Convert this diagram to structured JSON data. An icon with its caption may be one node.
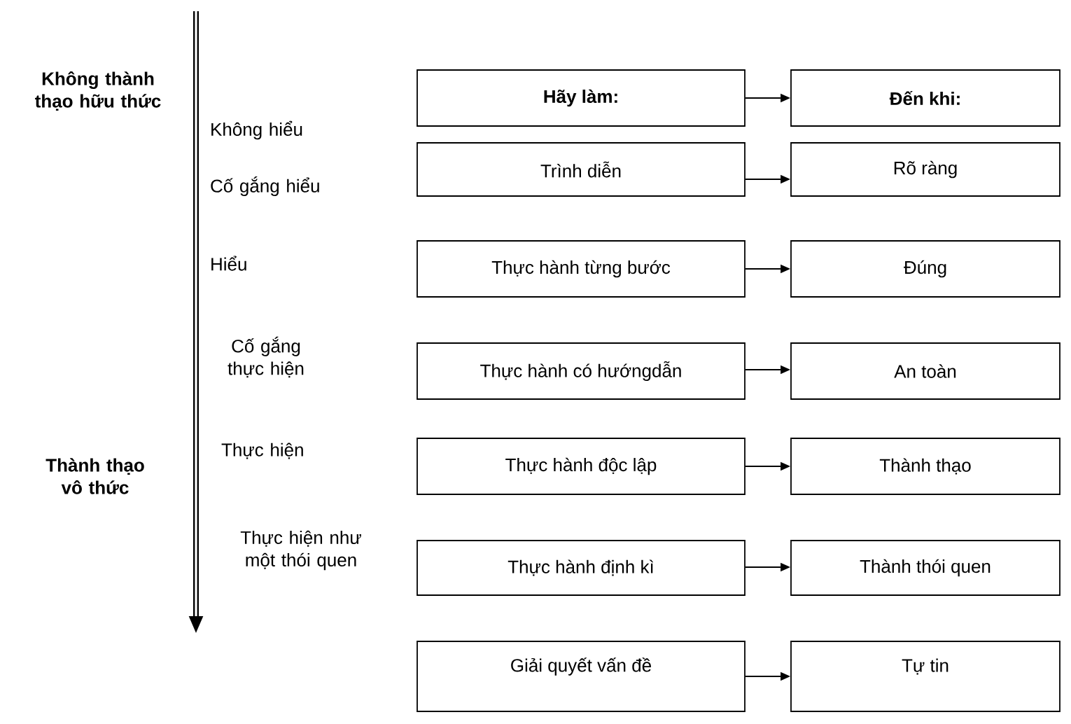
{
  "diagram": {
    "nodes": [
      {
        "text": [
          "**Hãy làm:**"
        ]
      },
      {
        "text": [
          "**Đến khi:**"
        ]
      },
      {
        "text": [
          "Trình diễn"
        ]
      },
      {
        "text": [
          "Rõ ràng"
        ]
      },
      {
        "text": [
          "Thực hành từng bước"
        ]
      },
      {
        "text": [
          "Đúng"
        ]
      },
      {
        "text": [
          "Thực hành có hướngdẫn"
        ]
      },
      {
        "text": [
          "An toàn"
        ]
      },
      {
        "text": [
          "Thực hành độc lập"
        ]
      },
      {
        "text": [
          "Thành thạo"
        ]
      },
      {
        "text": [
          "Thực hành định kì"
        ]
      },
      {
        "text": [
          "Thành thói quen"
        ]
      },
      {
        "text": [
          "Giải quyết vấn đề"
        ]
      },
      {
        "text": [
          "Tự tin"
        ]
      }
    ],
    "edges": [
      {
        "from": 0,
        "to": 1,
        "arrow": "to"
      },
      {
        "from": 2,
        "to": 3,
        "arrow": "to"
      },
      {
        "from": 4,
        "to": 5,
        "arrow": "to"
      },
      {
        "from": 6,
        "to": 7,
        "arrow": "to"
      },
      {
        "from": 8,
        "to": 9,
        "arrow": "to"
      },
      {
        "from": 10,
        "to": 11,
        "arrow": "to"
      },
      {
        "from": 12,
        "to": 13,
        "arrow": "to"
      }
    ],
    "labels": [
      "Không thành thạo hữu thức",
      "Không hiểu",
      "Cố gắng hiểu",
      "Hiểu",
      "Cố gắng thực hiện",
      "Thành thạo vô thức",
      "Thực hiện",
      "Thực hiện như một thói quen"
    ]
  }
}
